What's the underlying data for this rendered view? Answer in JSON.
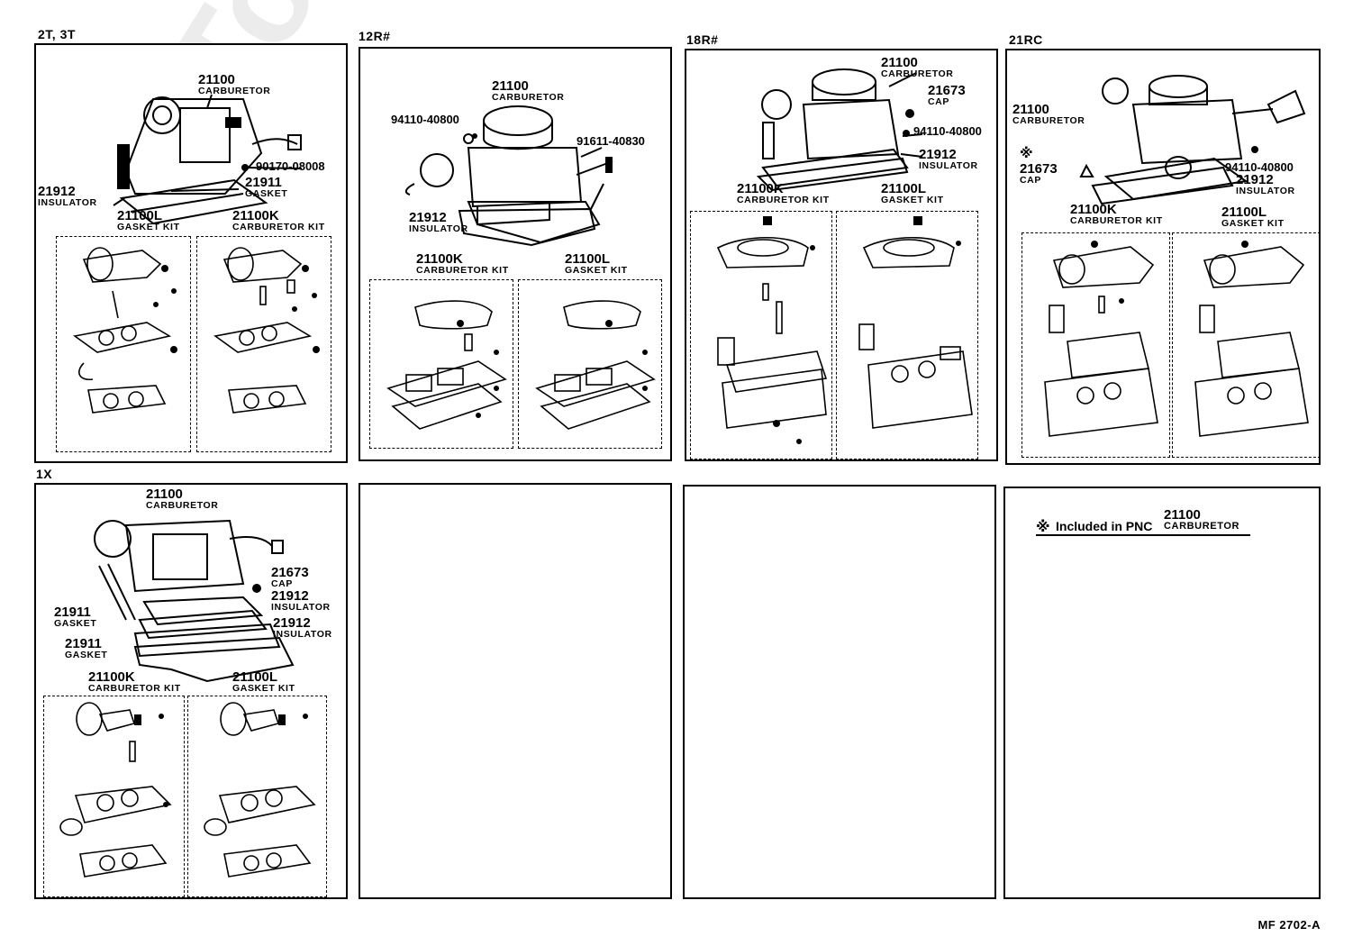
{
  "panels": {
    "p2t3t": {
      "title": "2T, 3T",
      "carb_pnc": "21100",
      "carb_name": "CARBURETOR",
      "bolt_pnc": "90170-08008",
      "gasket_pnc": "21911",
      "gasket_name": "GASKET",
      "insul_pnc": "21912",
      "insul_name": "INSULATOR",
      "gkit_pnc": "21100L",
      "gkit_name": "GASKET KIT",
      "ckit_pnc": "21100K",
      "ckit_name": "CARBURETOR KIT"
    },
    "p12r": {
      "title": "12R#",
      "carb_pnc": "21100",
      "carb_name": "CARBURETOR",
      "nut_pnc": "94110-40800",
      "stud_pnc": "91611-40830",
      "insul_pnc": "21912",
      "insul_name": "INSULATOR",
      "ckit_pnc": "21100K",
      "ckit_name": "CARBURETOR KIT",
      "gkit_pnc": "21100L",
      "gkit_name": "GASKET KIT"
    },
    "p18r": {
      "title": "18R#",
      "carb_pnc": "21100",
      "carb_name": "CARBURETOR",
      "cap_pnc": "21673",
      "cap_name": "CAP",
      "nut_pnc": "94110-40800",
      "insul_pnc": "21912",
      "insul_name": "INSULATOR",
      "ckit_pnc": "21100K",
      "ckit_name": "CARBURETOR KIT",
      "gkit_pnc": "21100L",
      "gkit_name": "GASKET KIT"
    },
    "p21rc": {
      "title": "21RC",
      "carb_pnc": "21100",
      "carb_name": "CARBURETOR",
      "cap_mark": "※",
      "cap_pnc": "21673",
      "cap_name": "CAP",
      "nut_pnc": "94110-40800",
      "insul_pnc": "21912",
      "insul_name": "INSULATOR",
      "ckit_pnc": "21100K",
      "ckit_name": "CARBURETOR KIT",
      "gkit_pnc": "21100L",
      "gkit_name": "GASKET KIT"
    },
    "p1x": {
      "title": "1X",
      "carb_pnc": "21100",
      "carb_name": "CARBURETOR",
      "cap_pnc": "21673",
      "cap_name": "CAP",
      "insul1_pnc": "21912",
      "insul1_name": "INSULATOR",
      "insul2_pnc": "21912",
      "insul2_name": "INSULATOR",
      "gasket1_pnc": "21911",
      "gasket1_name": "GASKET",
      "gasket2_pnc": "21911",
      "gasket2_name": "GASKET",
      "ckit_pnc": "21100K",
      "ckit_name": "CARBURETOR KIT",
      "gkit_pnc": "21100L",
      "gkit_name": "GASKET KIT"
    }
  },
  "note": {
    "symbol": "※",
    "text": "Included in PNC",
    "pnc": "21100",
    "name": "CARBURETOR"
  },
  "watermark": "ToyotaCarParts",
  "footer": "MF 2702-A"
}
